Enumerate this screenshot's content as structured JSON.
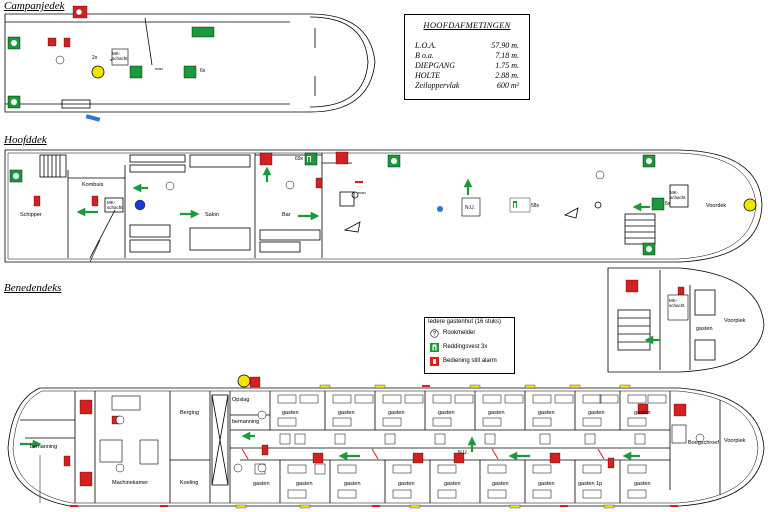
{
  "decks": {
    "campanjedek": "Campanjedek",
    "hoofddek": "Hoofddek",
    "benedendeks": "Benedendeks"
  },
  "dimensions": {
    "title": "HOOFDAFMETINGEN",
    "rows": [
      {
        "key": "L.O.A.",
        "value": "57.90 m."
      },
      {
        "key": "B o.a.",
        "value": "7.18 m."
      },
      {
        "key": "DIEPGANG",
        "value": "1.75 m."
      },
      {
        "key": "HOLTE",
        "value": "2.88 m."
      },
      {
        "key": "Zeiloppervlak",
        "value": "600 m²"
      }
    ]
  },
  "legend": {
    "title": "Iedere gastenhut (16 stuks)",
    "items": [
      {
        "label": "Rookmelder",
        "icon": "smoke-detector-icon",
        "color": "#000000"
      },
      {
        "label": "Reddingsvest 3x",
        "icon": "life-vest-icon",
        "color": "#1a9a3a"
      },
      {
        "label": "Bediening still alarm",
        "icon": "alarm-button-icon",
        "color": "#d42020"
      }
    ]
  },
  "campanjedek_labels": {
    "counter_2x": "2x",
    "mk_schacht": "MK-\nschacht",
    "counter_6x": "6x",
    "man": "man"
  },
  "hoofddek_labels": {
    "schipper": "Schipper",
    "kombuis": "Kombuis",
    "mk_schacht": "MK-\nschacht",
    "salon": "Salon",
    "bar": "Bar",
    "counter_69x": "69x",
    "nu": "N.U.",
    "counter_58x": "58x",
    "counter_6x": "6x",
    "mk_schacht_fwd": "MK-\nschacht",
    "voordek": "Voordek",
    "man": "man"
  },
  "benedendeks_labels": {
    "mk_schacht": "MK-\nschacht",
    "gasten_top": "gasten",
    "voorpiek_top": "Voorpiek",
    "bemanning_aft": "bemanning",
    "machinekamer": "Machinekamer",
    "berging": "Berging",
    "koeling": "Koeling",
    "opslag": "Opslag",
    "bemanning_mid": "bemanning",
    "gasten": "gasten",
    "gasten_1p": "gasten 1p",
    "nu": "N.U.",
    "boegschroef": "Boegschroef",
    "voorpiek": "Voorpiek"
  },
  "colors": {
    "safety_green": "#1a9a3a",
    "fire_red": "#d42020",
    "warning_yellow": "#f2e600",
    "hull_line": "#000000"
  }
}
